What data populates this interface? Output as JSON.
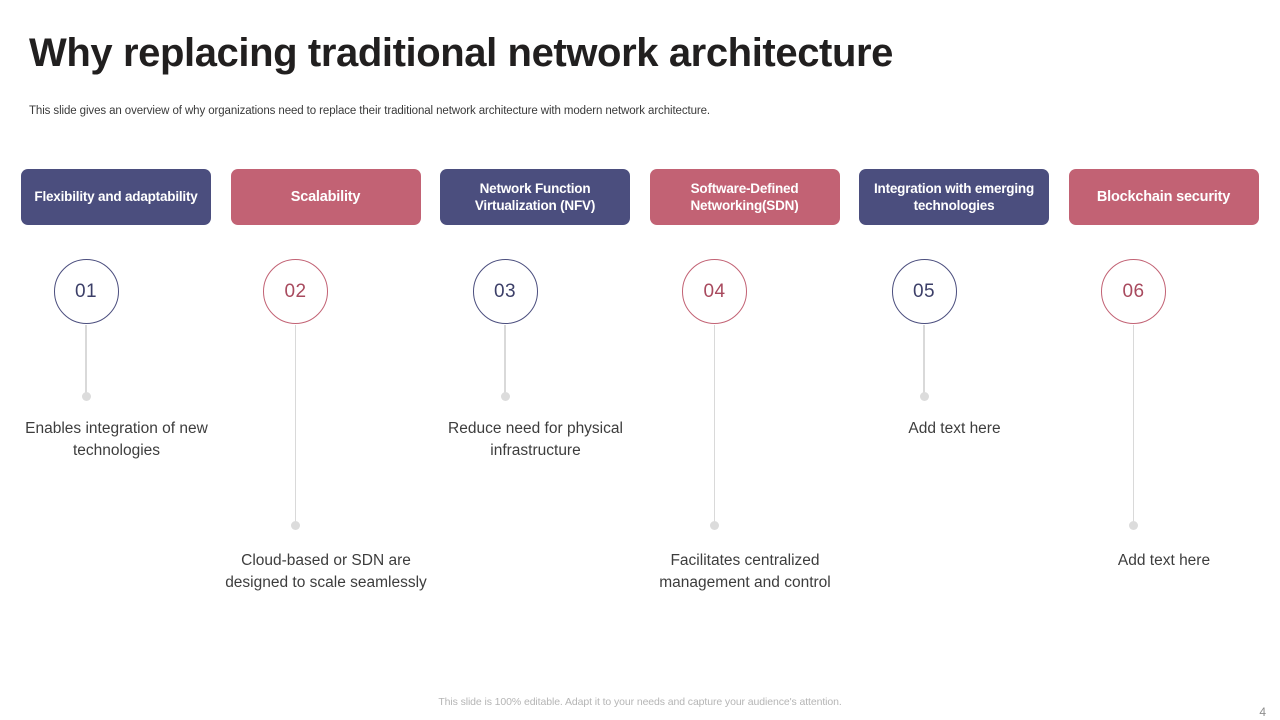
{
  "slide": {
    "title": "Why replacing traditional network architecture",
    "subtitle": "This slide gives an overview of why organizations need to replace their traditional network architecture with modern network architecture.",
    "footer_note": "This slide is 100% editable. Adapt it to your needs and capture your audience's attention.",
    "page_number": "4"
  },
  "colors": {
    "navy": "#4b4e7e",
    "pink": "#c26274",
    "navy_text": "#3c3f68",
    "pink_text": "#a84a5e",
    "connector": "#d9d9d9",
    "title": "#211f1f",
    "body": "#3d3d3d"
  },
  "columns": [
    {
      "number": "01",
      "heading": "Flexibility and adaptability",
      "accent": "navy",
      "description": "Enables integration of new technologies",
      "row": "top"
    },
    {
      "number": "02",
      "heading": "Scalability",
      "accent": "pink",
      "description": "Cloud-based or SDN are designed to scale seamlessly",
      "row": "bottom"
    },
    {
      "number": "03",
      "heading": "Network Function Virtualization (NFV)",
      "accent": "navy",
      "description": "Reduce need for physical infrastructure",
      "row": "top"
    },
    {
      "number": "04",
      "heading": "Software-Defined Networking(SDN)",
      "accent": "pink",
      "description": "Facilitates centralized management and control",
      "row": "bottom"
    },
    {
      "number": "05",
      "heading": "Integration with emerging technologies",
      "accent": "navy",
      "description": "Add text here",
      "row": "top"
    },
    {
      "number": "06",
      "heading": "Blockchain security",
      "accent": "pink",
      "description": "Add text here",
      "row": "bottom"
    }
  ]
}
